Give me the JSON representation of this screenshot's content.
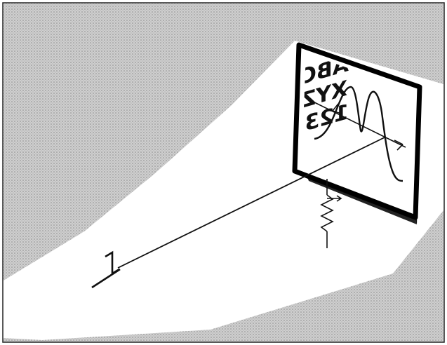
{
  "screen_text": {
    "line1": "ABC",
    "line2": "XYZ",
    "line3": "123"
  },
  "colors": {
    "stipple_background": "#c9c9c9",
    "beam_cone": "#ffffff",
    "ink": "#111111",
    "frame_border": "#000000"
  },
  "icons": {
    "sensor_probe": "l-shaped-probe",
    "resistor": "variable-resistor-icon",
    "waveform": "double-peak-waveform"
  }
}
